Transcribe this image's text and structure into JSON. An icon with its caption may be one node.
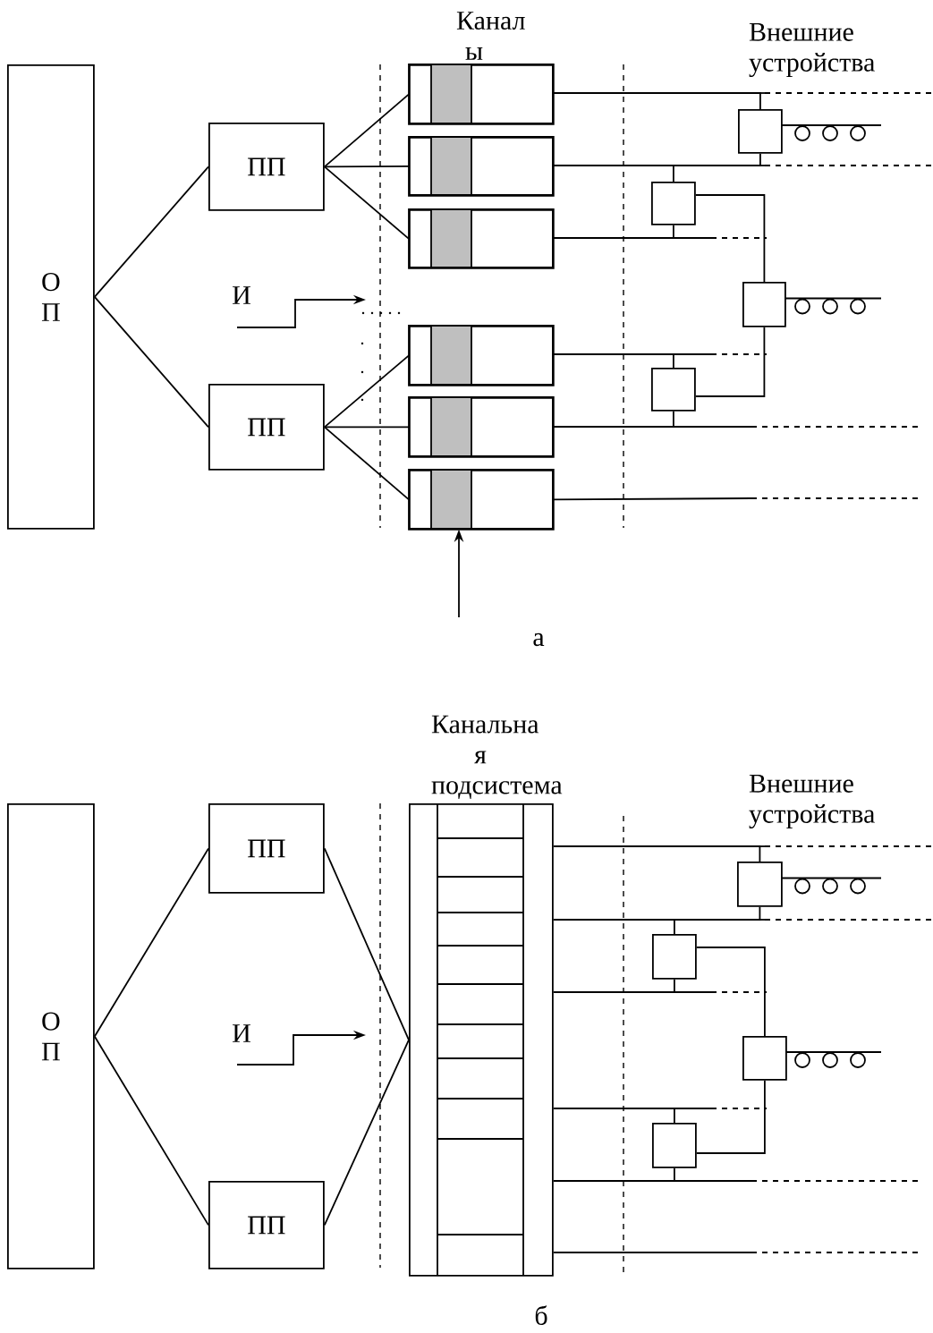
{
  "diagram": {
    "nodes": [
      {
        "text": [
          "О П"
        ]
      },
      {
        "text": [
          "ПП"
        ]
      },
      {
        "text": [
          "ПП"
        ]
      },
      {
        "text": [],
        "shape": "box"
      },
      {
        "text": [],
        "shape": "box"
      },
      {
        "text": [],
        "shape": "box"
      },
      {
        "text": [],
        "shape": "box"
      },
      {
        "text": [],
        "shape": "box"
      },
      {
        "text": [],
        "shape": "box"
      },
      {
        "text": [],
        "shape": "box"
      },
      {
        "text": [],
        "shape": "box"
      },
      {
        "text": [],
        "shape": "box"
      },
      {
        "text": [],
        "shape": "box"
      },
      {
        "text": [
          "О П"
        ]
      },
      {
        "text": [
          "ПП"
        ]
      },
      {
        "text": [
          "ПП"
        ]
      },
      {
        "text": [
          "Канальна я подсистема"
        ]
      },
      {
        "text": [],
        "shape": "box"
      },
      {
        "text": [],
        "shape": "box"
      },
      {
        "text": [],
        "shape": "box"
      },
      {
        "text": [],
        "shape": "box"
      }
    ],
    "edges": [
      {
        "from": 0,
        "to": 1,
        "arrow": "none"
      },
      {
        "from": 0,
        "to": 2,
        "arrow": "none"
      },
      {
        "from": 1,
        "to": 3,
        "arrow": "none"
      },
      {
        "from": 1,
        "to": 4,
        "arrow": "none"
      },
      {
        "from": 1,
        "to": 5,
        "arrow": "none"
      },
      {
        "from": 2,
        "to": 6,
        "arrow": "none"
      },
      {
        "from": 2,
        "to": 7,
        "arrow": "none"
      },
      {
        "from": 2,
        "to": 8,
        "arrow": "none"
      },
      {
        "from": null,
        "to": 8,
        "arrow": "to"
      },
      {
        "from": 13,
        "to": 14,
        "arrow": "none"
      },
      {
        "from": 13,
        "to": 15,
        "arrow": "none"
      },
      {
        "from": 14,
        "to": 16,
        "arrow": "none"
      },
      {
        "from": 15,
        "to": 16,
        "arrow": "none"
      },
      {
        "from": 3,
        "to": 9,
        "arrow": "none"
      },
      {
        "from": 4,
        "to": 9,
        "arrow": "none"
      },
      {
        "from": 4,
        "to": 10,
        "arrow": "none"
      },
      {
        "from": 5,
        "to": 10,
        "arrow": "none"
      },
      {
        "from": 10,
        "to": 11,
        "arrow": "none"
      },
      {
        "from": 11,
        "to": 12,
        "arrow": "none"
      },
      {
        "from": 6,
        "to": 12,
        "arrow": "none"
      },
      {
        "from": 7,
        "to": 12,
        "arrow": "none"
      },
      {
        "from": 8,
        "to": null,
        "arrow": "none"
      },
      {
        "from": 16,
        "to": 17,
        "arrow": "none"
      },
      {
        "from": 16,
        "to": 17,
        "arrow": "none"
      },
      {
        "from": 16,
        "to": 18,
        "arrow": "none"
      },
      {
        "from": 16,
        "to": 18,
        "arrow": "none"
      },
      {
        "from": 18,
        "to": 19,
        "arrow": "none"
      },
      {
        "from": 19,
        "to": 20,
        "arrow": "none"
      },
      {
        "from": 16,
        "to": 20,
        "arrow": "none"
      },
      {
        "from": 16,
        "to": 20,
        "arrow": "none"
      },
      {
        "from": 16,
        "to": null,
        "arrow": "none"
      }
    ],
    "labels": [
      "Канал ы",
      "Внешние устройства",
      "И",
      "а",
      "Внешние устройства",
      "И",
      "б"
    ]
  }
}
